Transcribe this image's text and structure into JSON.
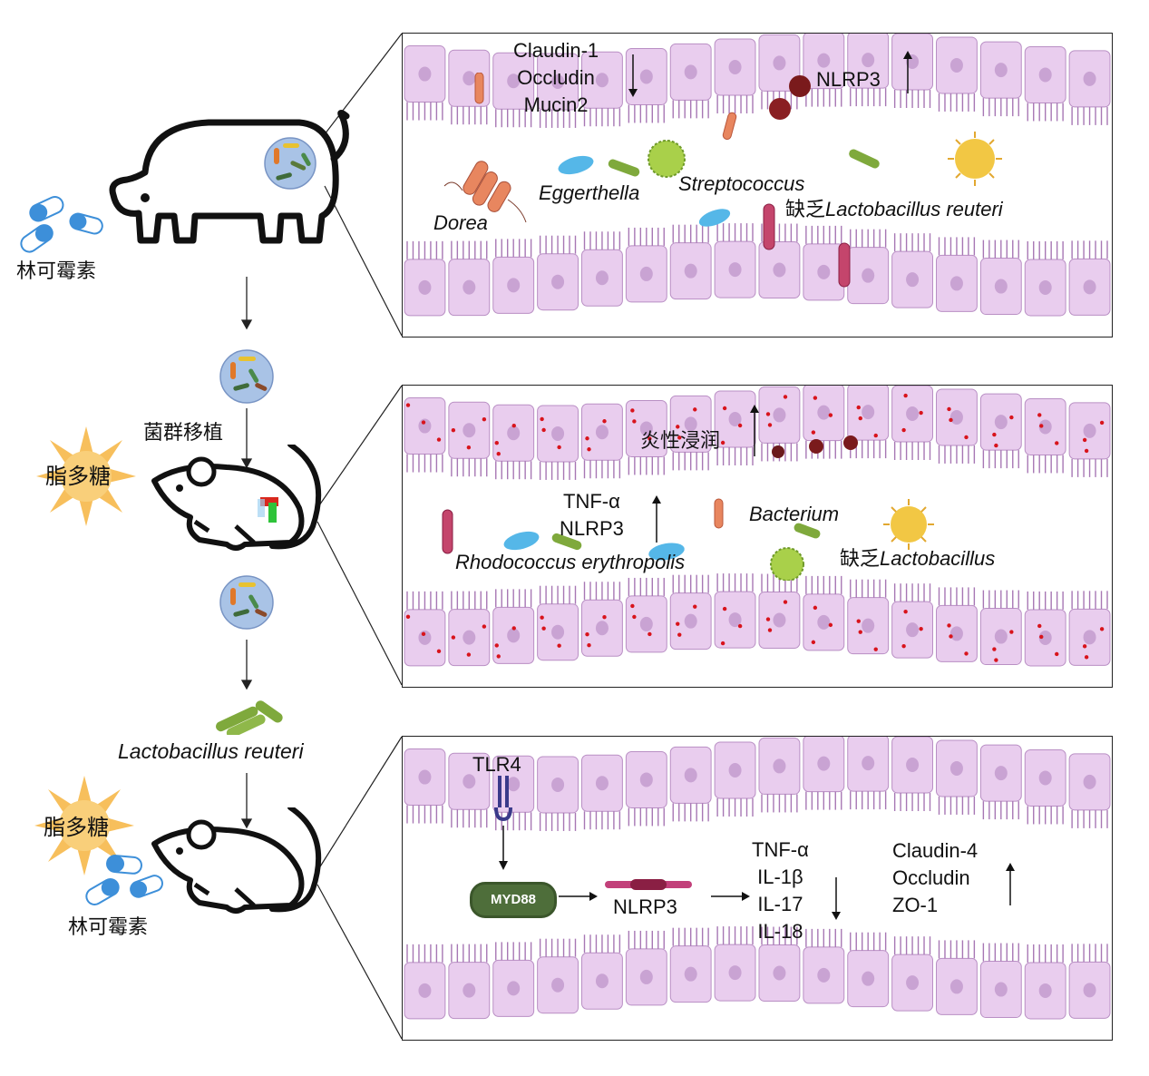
{
  "left": {
    "antibiotic_top": "林可霉素",
    "fmt_label": "菌群移植",
    "lps_1": "脂多糖",
    "lps_2": "脂多糖",
    "strain_label": "Lactobacillus reuteri",
    "antibiotic_bottom": "林可霉素"
  },
  "panel1": {
    "barrier_proteins": [
      "Claudin-1",
      "Occludin",
      "Mucin2"
    ],
    "nlrp3": "NLRP3",
    "bacteria": {
      "dorea": "Dorea",
      "eggerthella": "Eggerthella",
      "streptococcus": "Streptococcus",
      "lack_prefix": "缺乏",
      "lack_species": "Lactobacillus reuteri"
    }
  },
  "panel2": {
    "inflammation": "炎性浸润",
    "cytokines": [
      "TNF-α",
      "NLRP3"
    ],
    "bacterium": "Bacterium",
    "rhodococcus": "Rhodococcus erythropolis",
    "lack_prefix": "缺乏",
    "lack_species": "Lactobacillus"
  },
  "panel3": {
    "receptor": "TLR4",
    "adaptor": "MYD88",
    "inflammasome": "NLRP3",
    "cytokines": [
      "TNF-α",
      "IL-1β",
      "IL-17",
      "IL-18"
    ],
    "tight_junctions": [
      "Claudin-4",
      "Occludin",
      "ZO-1"
    ]
  },
  "colors": {
    "cell_fill": "#e9cdee",
    "cell_stroke": "#b98fc4",
    "villi": "#a777b4",
    "nucleus": "#c9a3d3",
    "blood": "#d8141c",
    "lps_burst": "#f6b84a",
    "capsule_blue": "#3d8fd9",
    "lactobacillus_green": "#7fa93c"
  }
}
